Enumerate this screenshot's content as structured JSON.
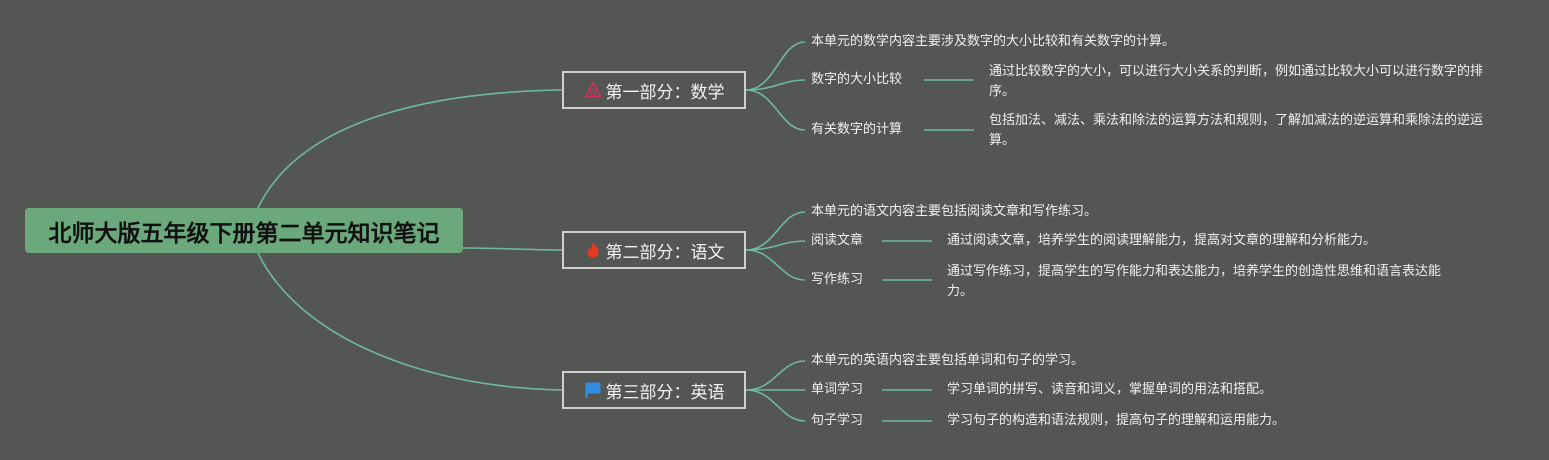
{
  "root": {
    "title": "北师大版五年级下册第二单元知识笔记"
  },
  "sections": [
    {
      "icon": "warning-icon",
      "title": "第一部分：数学",
      "summary": "本单元的数学内容主要涉及数字的大小比较和有关数字的计算。",
      "topics": [
        {
          "label": "数字的大小比较",
          "description": "通过比较数字的大小，可以进行大小关系的判断，例如通过比较大小可以进行数字的排序。"
        },
        {
          "label": "有关数字的计算",
          "description": "包括加法、减法、乘法和除法的运算方法和规则，了解加减法的逆运算和乘除法的逆运算。"
        }
      ]
    },
    {
      "icon": "fire-icon",
      "title": "第二部分：语文",
      "summary": "本单元的语文内容主要包括阅读文章和写作练习。",
      "topics": [
        {
          "label": "阅读文章",
          "description": "通过阅读文章，培养学生的阅读理解能力，提高对文章的理解和分析能力。"
        },
        {
          "label": "写作练习",
          "description": "通过写作练习，提高学生的写作能力和表达能力，培养学生的创造性思维和语言表达能力。"
        }
      ]
    },
    {
      "icon": "flag-icon",
      "title": "第三部分：英语",
      "summary": "本单元的英语内容主要包括单词和句子的学习。",
      "topics": [
        {
          "label": "单词学习",
          "description": "学习单词的拼写、读音和词义，掌握单词的用法和搭配。"
        },
        {
          "label": "句子学习",
          "description": "学习句子的构造和语法规则，提高句子的理解和运用能力。"
        }
      ]
    }
  ],
  "colors": {
    "background": "#545654",
    "root_fill": "#6ba87c",
    "connector": "#6fb8a0",
    "section_border": "#cfcfcf",
    "warning_icon": "#d0305a",
    "fire_icon": "#e63a1e",
    "flag_icon": "#2f8ee0"
  }
}
